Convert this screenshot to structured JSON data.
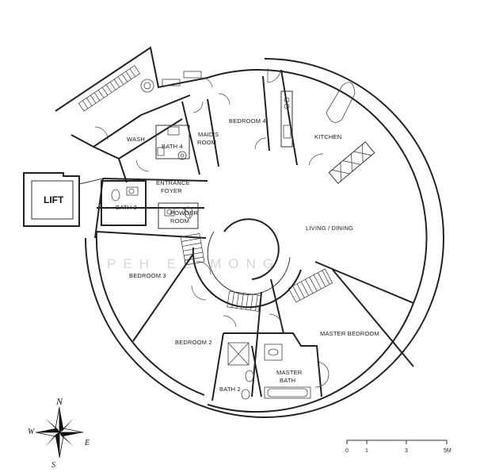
{
  "plan": {
    "watermark": "PEH EE MONG",
    "rooms": {
      "wash": "WASH",
      "bath4": "BATH 4",
      "maids_room_1": "MAID'S",
      "maids_room_2": "ROOM",
      "bedroom4": "BEDROOM 4",
      "kitchen": "KITCHEN",
      "entrance_foyer_1": "ENTRANCE",
      "entrance_foyer_2": "FOYER",
      "lift": "LIFT",
      "bath3": "BATH 3",
      "powder_room_1": "POWDER",
      "powder_room_2": "ROOM",
      "living_dining": "LIVING / DINING",
      "bedroom3": "BEDROOM 3",
      "bedroom2": "BEDROOM 2",
      "master_bedroom": "MASTER BEDROOM",
      "master_bath_1": "MASTER",
      "master_bath_2": "BATH",
      "bath2": "BATH 2"
    }
  },
  "compass": {
    "north": "N",
    "south": "S",
    "east": "E",
    "west": "W"
  },
  "scale_bar": {
    "labels": [
      "0",
      "1",
      "3",
      "5M"
    ]
  }
}
